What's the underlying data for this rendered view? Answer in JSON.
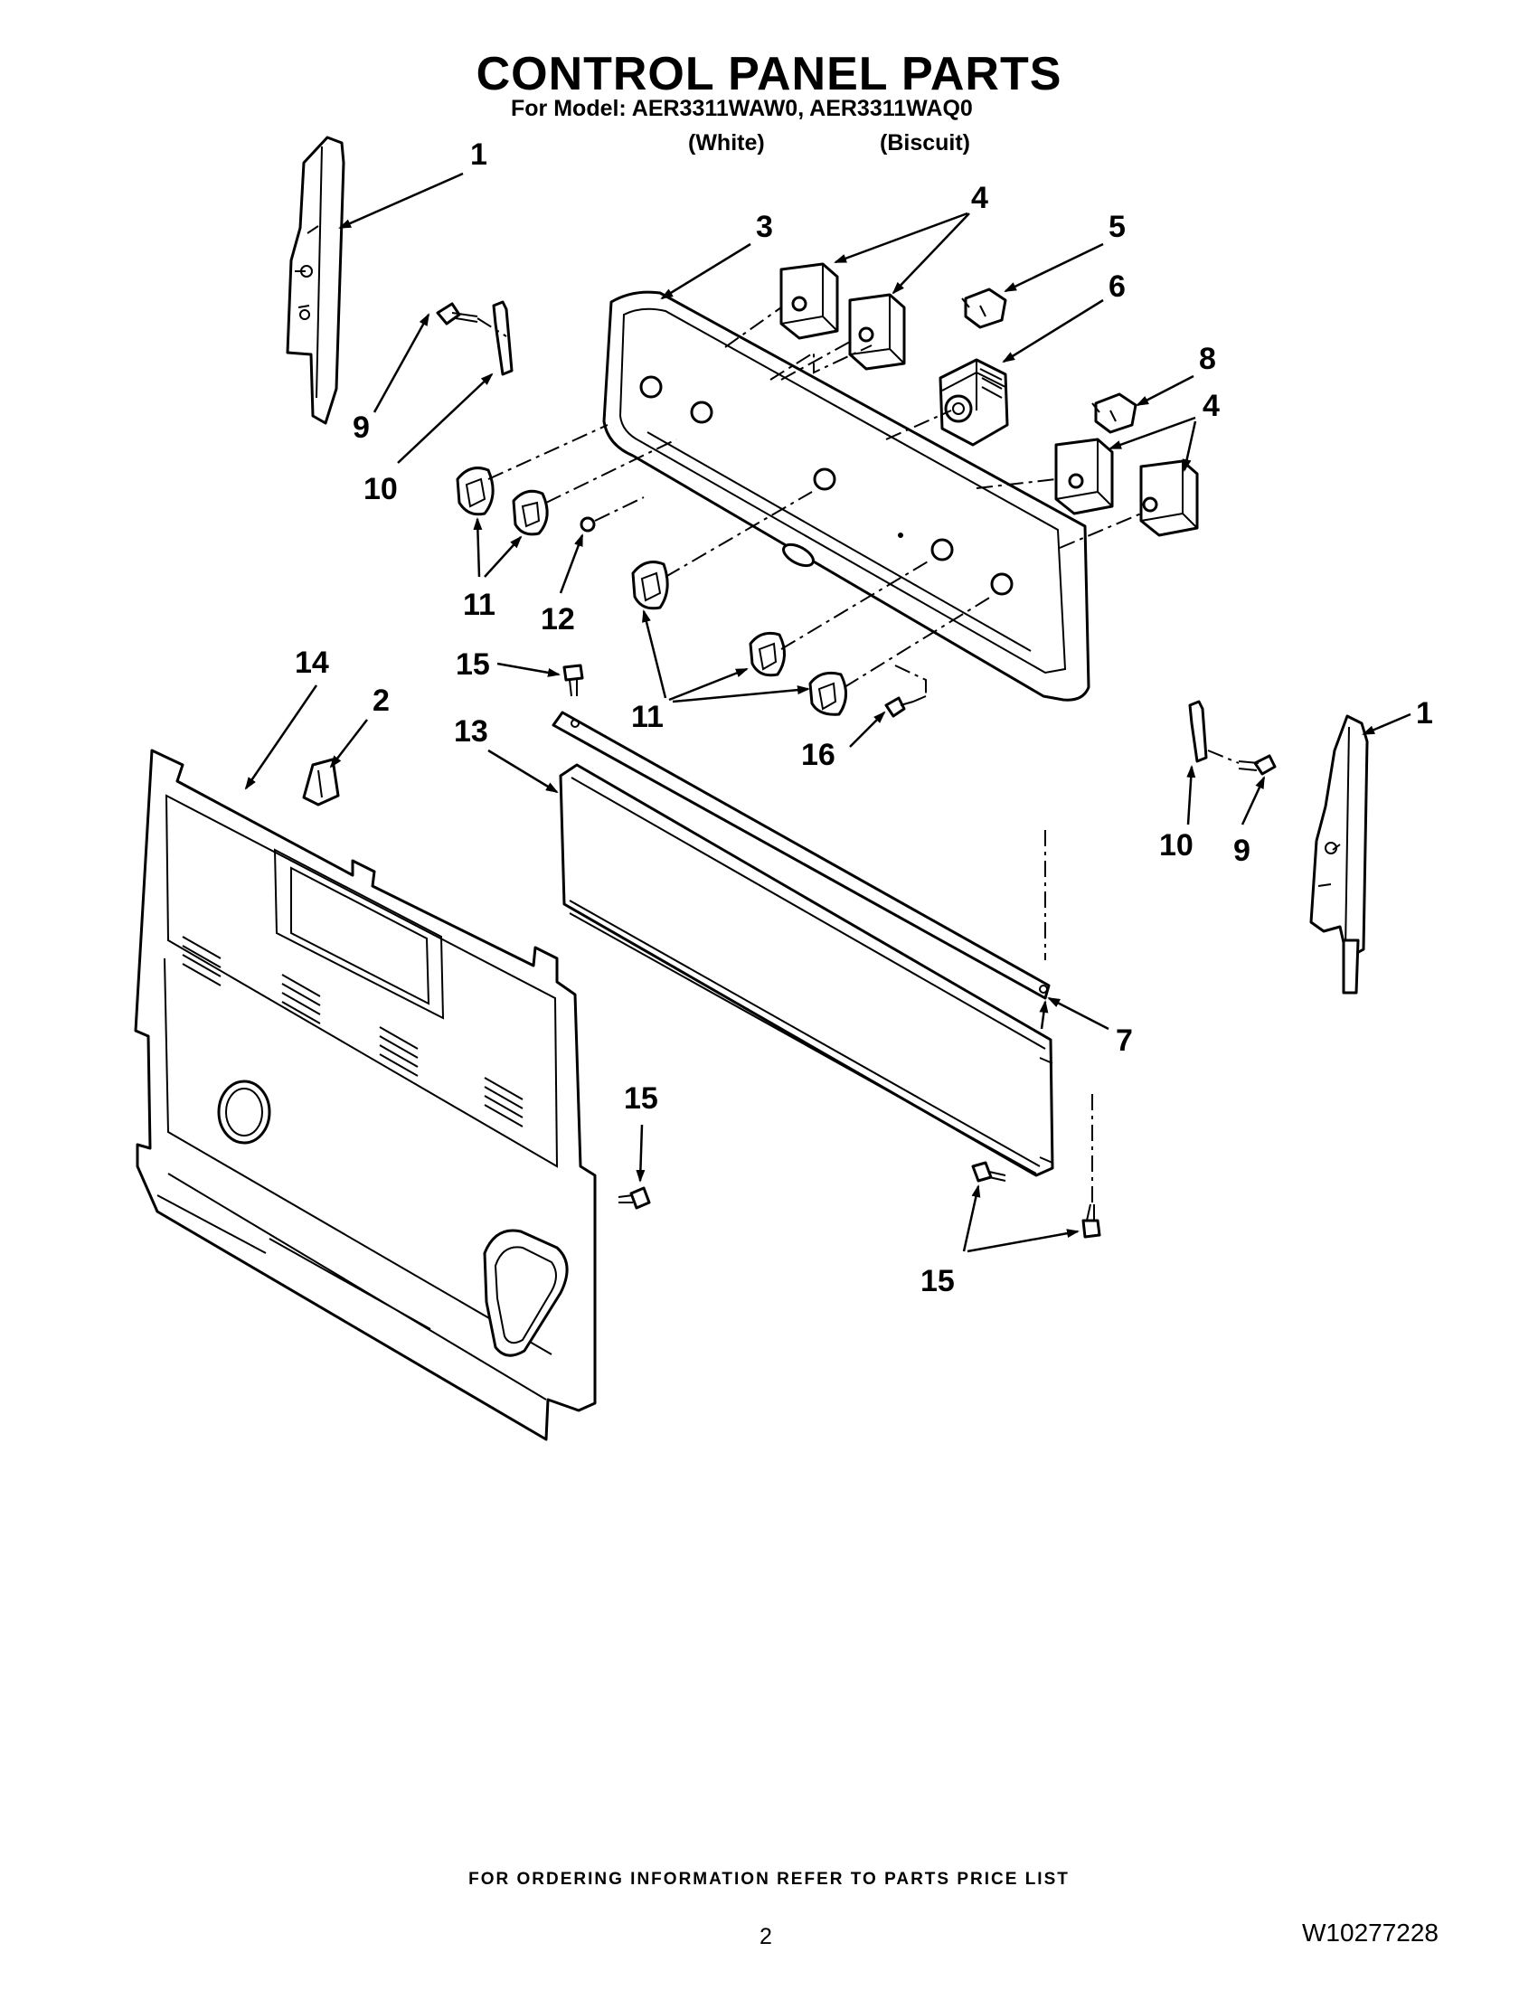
{
  "header": {
    "title": "CONTROL PANEL PARTS",
    "model_line": "For Model: AER3311WAW0, AER3311WAQ0",
    "color_white": "(White)",
    "color_biscuit": "(Biscuit)"
  },
  "callouts": {
    "c1a": "1",
    "c1b": "1",
    "c2": "2",
    "c3": "3",
    "c4a": "4",
    "c4b": "4",
    "c5": "5",
    "c6": "6",
    "c7": "7",
    "c8": "8",
    "c9a": "9",
    "c9b": "9",
    "c10a": "10",
    "c10b": "10",
    "c11a": "11",
    "c11b": "11",
    "c12": "12",
    "c13": "13",
    "c14": "14",
    "c15a": "15",
    "c15b": "15",
    "c15c": "15",
    "c16": "16"
  },
  "footer": {
    "ordering_note": "FOR ORDERING INFORMATION REFER TO PARTS PRICE LIST",
    "page_number": "2",
    "document_number": "W10277228"
  }
}
